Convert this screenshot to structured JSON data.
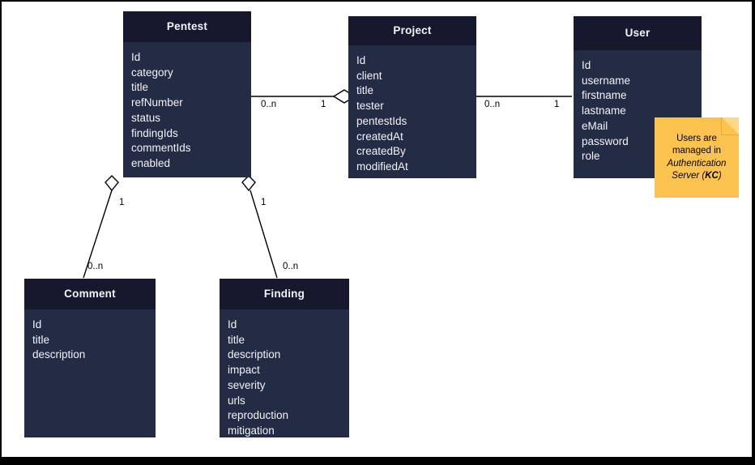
{
  "diagram": {
    "type": "uml-class-diagram",
    "background": "#ffffff",
    "border_color": "#000000",
    "class_header_color": "#16192e",
    "class_body_color": "#242b45",
    "class_text_color": "#f2f3f7",
    "edge_color": "#000000",
    "note_color": "#fcc34e"
  },
  "classes": [
    {
      "key": "pentest",
      "name": "Pentest",
      "attributes": [
        "Id",
        "category",
        "title",
        "refNumber",
        "status",
        "findingIds",
        "commentIds",
        "enabled"
      ]
    },
    {
      "key": "project",
      "name": "Project",
      "attributes": [
        "Id",
        "client",
        "title",
        "tester",
        "pentestIds",
        "createdAt",
        "createdBy",
        "modifiedAt"
      ]
    },
    {
      "key": "user",
      "name": "User",
      "attributes": [
        "Id",
        "username",
        "firstname",
        "lastname",
        "eMail",
        "password",
        "role"
      ]
    },
    {
      "key": "comment",
      "name": "Comment",
      "attributes": [
        "Id",
        "title",
        "description"
      ]
    },
    {
      "key": "finding",
      "name": "Finding",
      "attributes": [
        "Id",
        "title",
        "description",
        "impact",
        "severity",
        "urls",
        "reproduction",
        "mitigation"
      ]
    }
  ],
  "relations": [
    {
      "key": "pentest-project",
      "from": "Pentest",
      "to": "Project",
      "source_multiplicity": "0..n",
      "target_multiplicity": "1",
      "target_decoration": "open-diamond"
    },
    {
      "key": "project-user",
      "from": "Project",
      "to": "User",
      "source_multiplicity": "0..n",
      "target_multiplicity": "1",
      "target_decoration": "none"
    },
    {
      "key": "pentest-comment",
      "from": "Pentest",
      "to": "Comment",
      "source_multiplicity": "1",
      "target_multiplicity": "0..n",
      "source_decoration": "open-diamond"
    },
    {
      "key": "pentest-finding",
      "from": "Pentest",
      "to": "Finding",
      "source_multiplicity": "1",
      "target_multiplicity": "0..n",
      "source_decoration": "open-diamond"
    }
  ],
  "note": {
    "line1": "Users are",
    "line2": "managed in",
    "line3": "Authentication",
    "line4_prefix": "Server (",
    "line4_strong": "KC",
    "line4_suffix": ")"
  }
}
